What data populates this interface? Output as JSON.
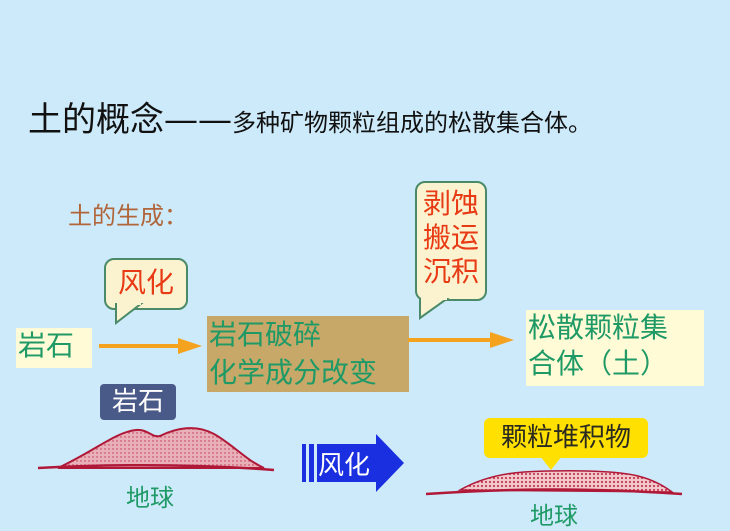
{
  "title": {
    "main": "土的概念",
    "dash": "——",
    "rest": "多种矿物颗粒组成的松散集合体。"
  },
  "subtitle": "土的生成：",
  "callouts": {
    "weathering": "风化",
    "erosion_lines": [
      "剥蚀",
      "搬运",
      "沉积"
    ]
  },
  "nodes": {
    "rock": "岩石",
    "middle_lines": [
      "岩石破碎",
      "化学成分改变"
    ],
    "result_lines": [
      "松散颗粒集",
      "合体（土）"
    ]
  },
  "lower": {
    "rock_label": "岩石",
    "earth_left": "地球",
    "weathering_arrow": "风化",
    "particle_label": "颗粒堆积物",
    "earth_right": "地球"
  },
  "colors": {
    "background": "#cdeafa",
    "arrow_orange": "#f5a21f",
    "text_green": "#1f9a66",
    "callout_red": "#e83a14",
    "blue_arrow": "#1a2fe0"
  }
}
